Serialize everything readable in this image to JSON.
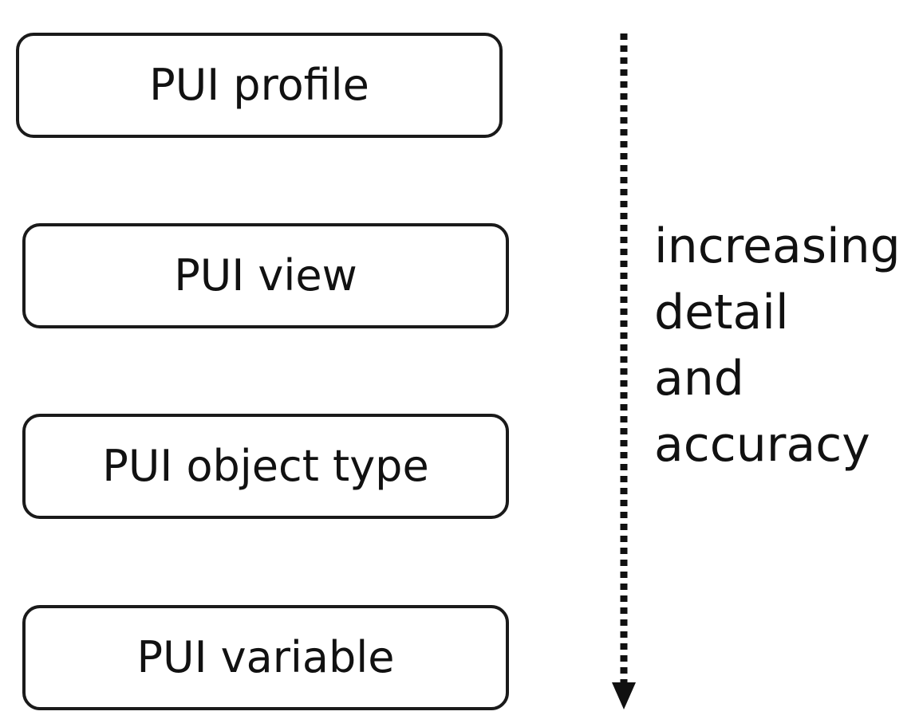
{
  "diagram": {
    "boxes": [
      {
        "label": "PUI profile"
      },
      {
        "label": "PUI view"
      },
      {
        "label": "PUI object type"
      },
      {
        "label": "PUI variable"
      }
    ],
    "arrow": {
      "direction": "down",
      "style": "dotted",
      "caption_lines": [
        "increasing",
        "detail",
        "and",
        "accuracy"
      ]
    }
  }
}
